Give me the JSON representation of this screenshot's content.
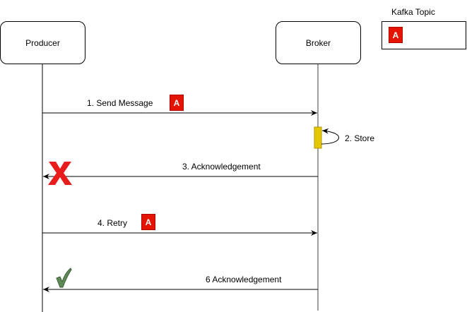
{
  "colors": {
    "badge_fill": "#e51400",
    "activation_fill": "#e3c800",
    "fail_mark": "#e81c1c",
    "success_mark": "#5e8a55",
    "broker_lifeline": "#808080"
  },
  "participants": {
    "producer": {
      "label": "Producer"
    },
    "broker": {
      "label": "Broker"
    }
  },
  "legend": {
    "title": "Kafka Topic",
    "badge_label": "A"
  },
  "messages": [
    {
      "label": "1. Send Message",
      "from": "producer",
      "to": "broker",
      "badge": "A"
    },
    {
      "label": "2. Store",
      "from": "broker",
      "to": "broker"
    },
    {
      "label": "3. Acknowledgement",
      "from": "broker",
      "to": "producer",
      "status": "failed"
    },
    {
      "label": "4. Retry",
      "from": "producer",
      "to": "broker",
      "badge": "A"
    },
    {
      "label": "6 Acknowledgement",
      "from": "broker",
      "to": "producer",
      "status": "success"
    }
  ]
}
